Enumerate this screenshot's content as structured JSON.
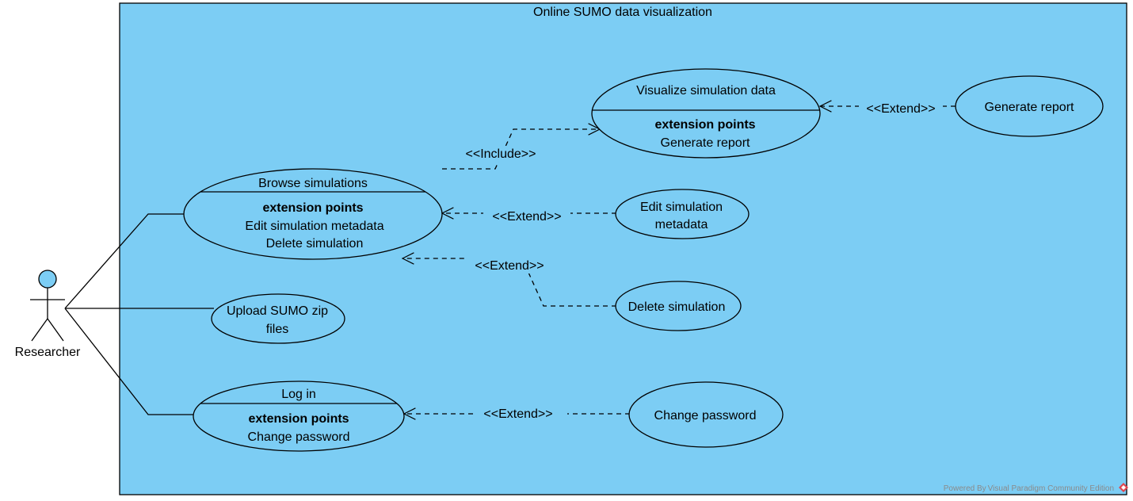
{
  "system": {
    "title": "Online SUMO data visualization"
  },
  "actor": {
    "name": "Researcher"
  },
  "use_cases": {
    "browse": {
      "name": "Browse simulations",
      "ext_heading": "extension points",
      "ext_points": [
        "Edit simulation metadata",
        "Delete simulation"
      ]
    },
    "visualize": {
      "name": "Visualize simulation data",
      "ext_heading": "extension points",
      "ext_points": [
        "Generate report"
      ]
    },
    "upload": {
      "lines": [
        "Upload SUMO zip",
        "files"
      ]
    },
    "login": {
      "name": "Log in",
      "ext_heading": "extension points",
      "ext_points": [
        "Change password"
      ]
    },
    "generate_report": {
      "name": "Generate report"
    },
    "edit_metadata": {
      "lines": [
        "Edit simulation",
        "metadata"
      ]
    },
    "delete_simulation": {
      "name": "Delete simulation"
    },
    "change_password": {
      "name": "Change password"
    }
  },
  "relations": {
    "include_label": "<<Include>>",
    "extend_label": "<<Extend>>"
  },
  "watermark": {
    "text": "Powered By Visual Paradigm Community Edition"
  },
  "colors": {
    "system_fill": "#7ccdf4",
    "stroke": "#000000"
  }
}
